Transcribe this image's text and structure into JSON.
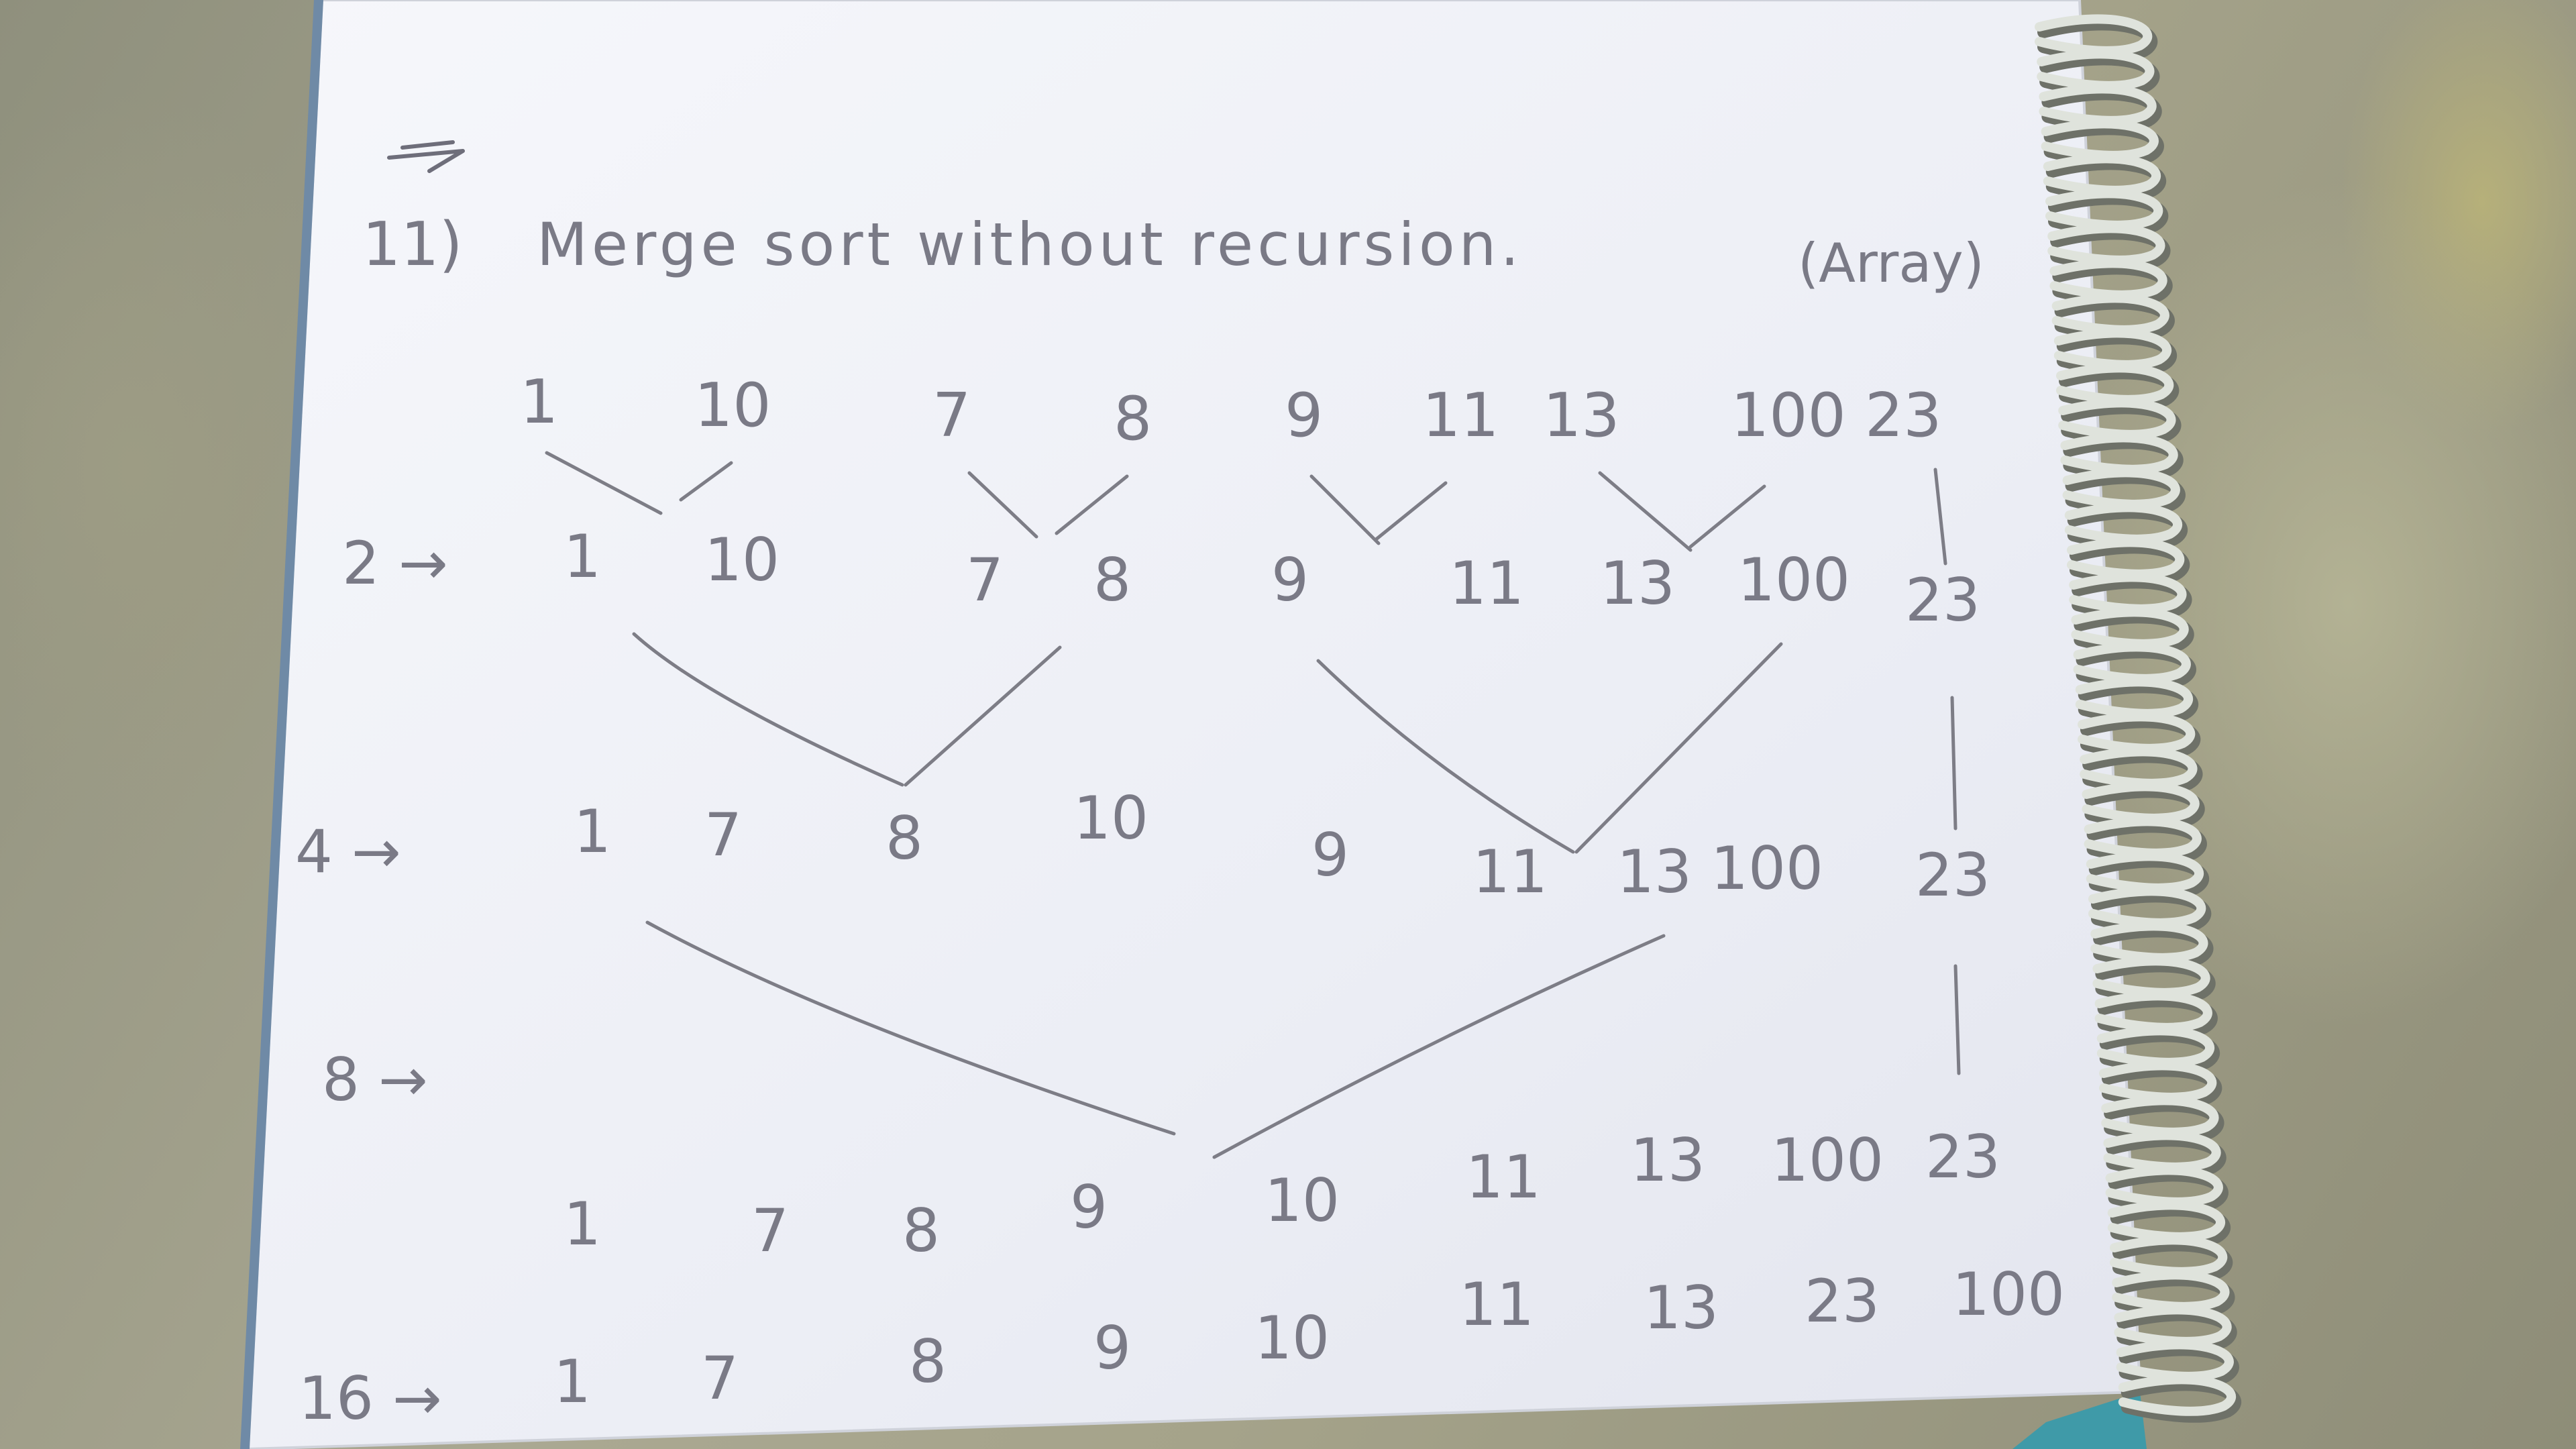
{
  "note": {
    "heading": {
      "number": "11)",
      "title": "Merge sort without recursion.",
      "subtitle": "(Array)"
    },
    "input_row": [
      "1",
      "10",
      "7",
      "8",
      "9",
      "11",
      "13",
      "100",
      "23"
    ],
    "pass_2": {
      "label": "2 →",
      "values": [
        "1",
        "10",
        "7",
        "8",
        "9",
        "11",
        "13",
        "100",
        "23"
      ]
    },
    "pass_4": {
      "label": "4 →",
      "values": [
        "1",
        "7",
        "8",
        "10",
        "9",
        "11",
        "13",
        "100",
        "23"
      ]
    },
    "pass_8": {
      "label": "8 →",
      "values": [
        "1",
        "7",
        "8",
        "9",
        "10",
        "11",
        "13",
        "100",
        "23"
      ]
    },
    "pass_16": {
      "label": "16 →",
      "values": [
        "1",
        "7",
        "8",
        "9",
        "10",
        "11",
        "13",
        "23",
        "100"
      ]
    }
  },
  "colors": {
    "paper": "#f2f3f8",
    "ink": "#6e6e7a",
    "spiral": "#dfe3dc",
    "floor": "#a8a68f"
  }
}
